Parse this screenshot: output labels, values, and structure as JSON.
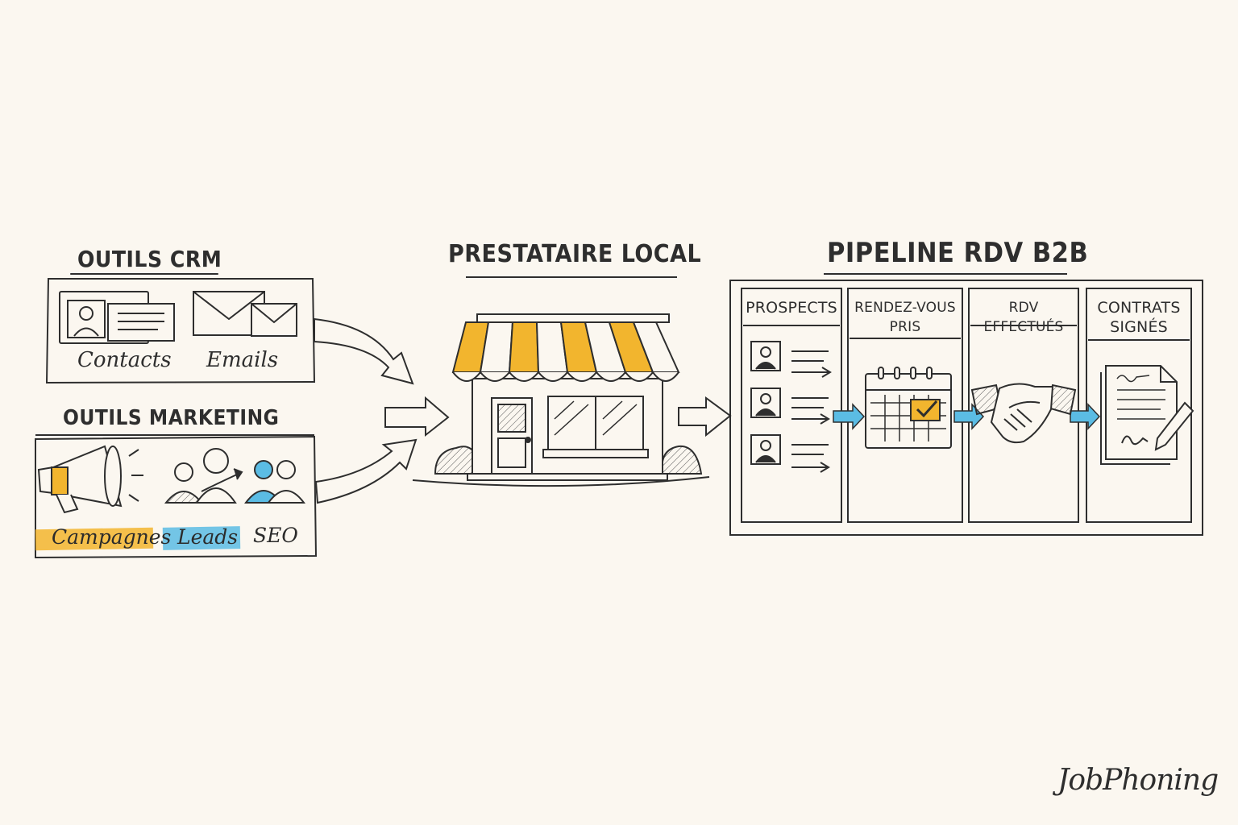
{
  "crm": {
    "title": "OUTILS CRM",
    "items": [
      {
        "label": "Contacts",
        "icon": "contact-card-icon"
      },
      {
        "label": "Emails",
        "icon": "envelope-icon"
      }
    ]
  },
  "marketing": {
    "title": "OUTILS MARKETING",
    "items": [
      {
        "label": "Campagnes",
        "icon": "megaphone-icon"
      },
      {
        "label": "Leads",
        "icon": "people-group-icon"
      },
      {
        "label": "SEO"
      }
    ]
  },
  "center": {
    "title": "PRESTATAIRE LOCAL",
    "icon": "storefront-icon"
  },
  "pipeline": {
    "title": "PIPELINE RDV B2B",
    "columns": [
      {
        "label": "PROSPECTS",
        "icon": "prospect-list-icon"
      },
      {
        "label": "RENDEZ-VOUS PRIS",
        "icon": "calendar-check-icon"
      },
      {
        "label": "RDV EFFECTUÉS",
        "icon": "handshake-icon"
      },
      {
        "label": "CONTRATS SIGNÉS",
        "icon": "signed-contract-icon"
      }
    ]
  },
  "brand": {
    "logo": "JobPhoning"
  },
  "colors": {
    "background": "#fbf7f0",
    "ink": "#2b2b2b",
    "accent_yellow": "#f2b52e",
    "accent_blue": "#5bbce4"
  }
}
